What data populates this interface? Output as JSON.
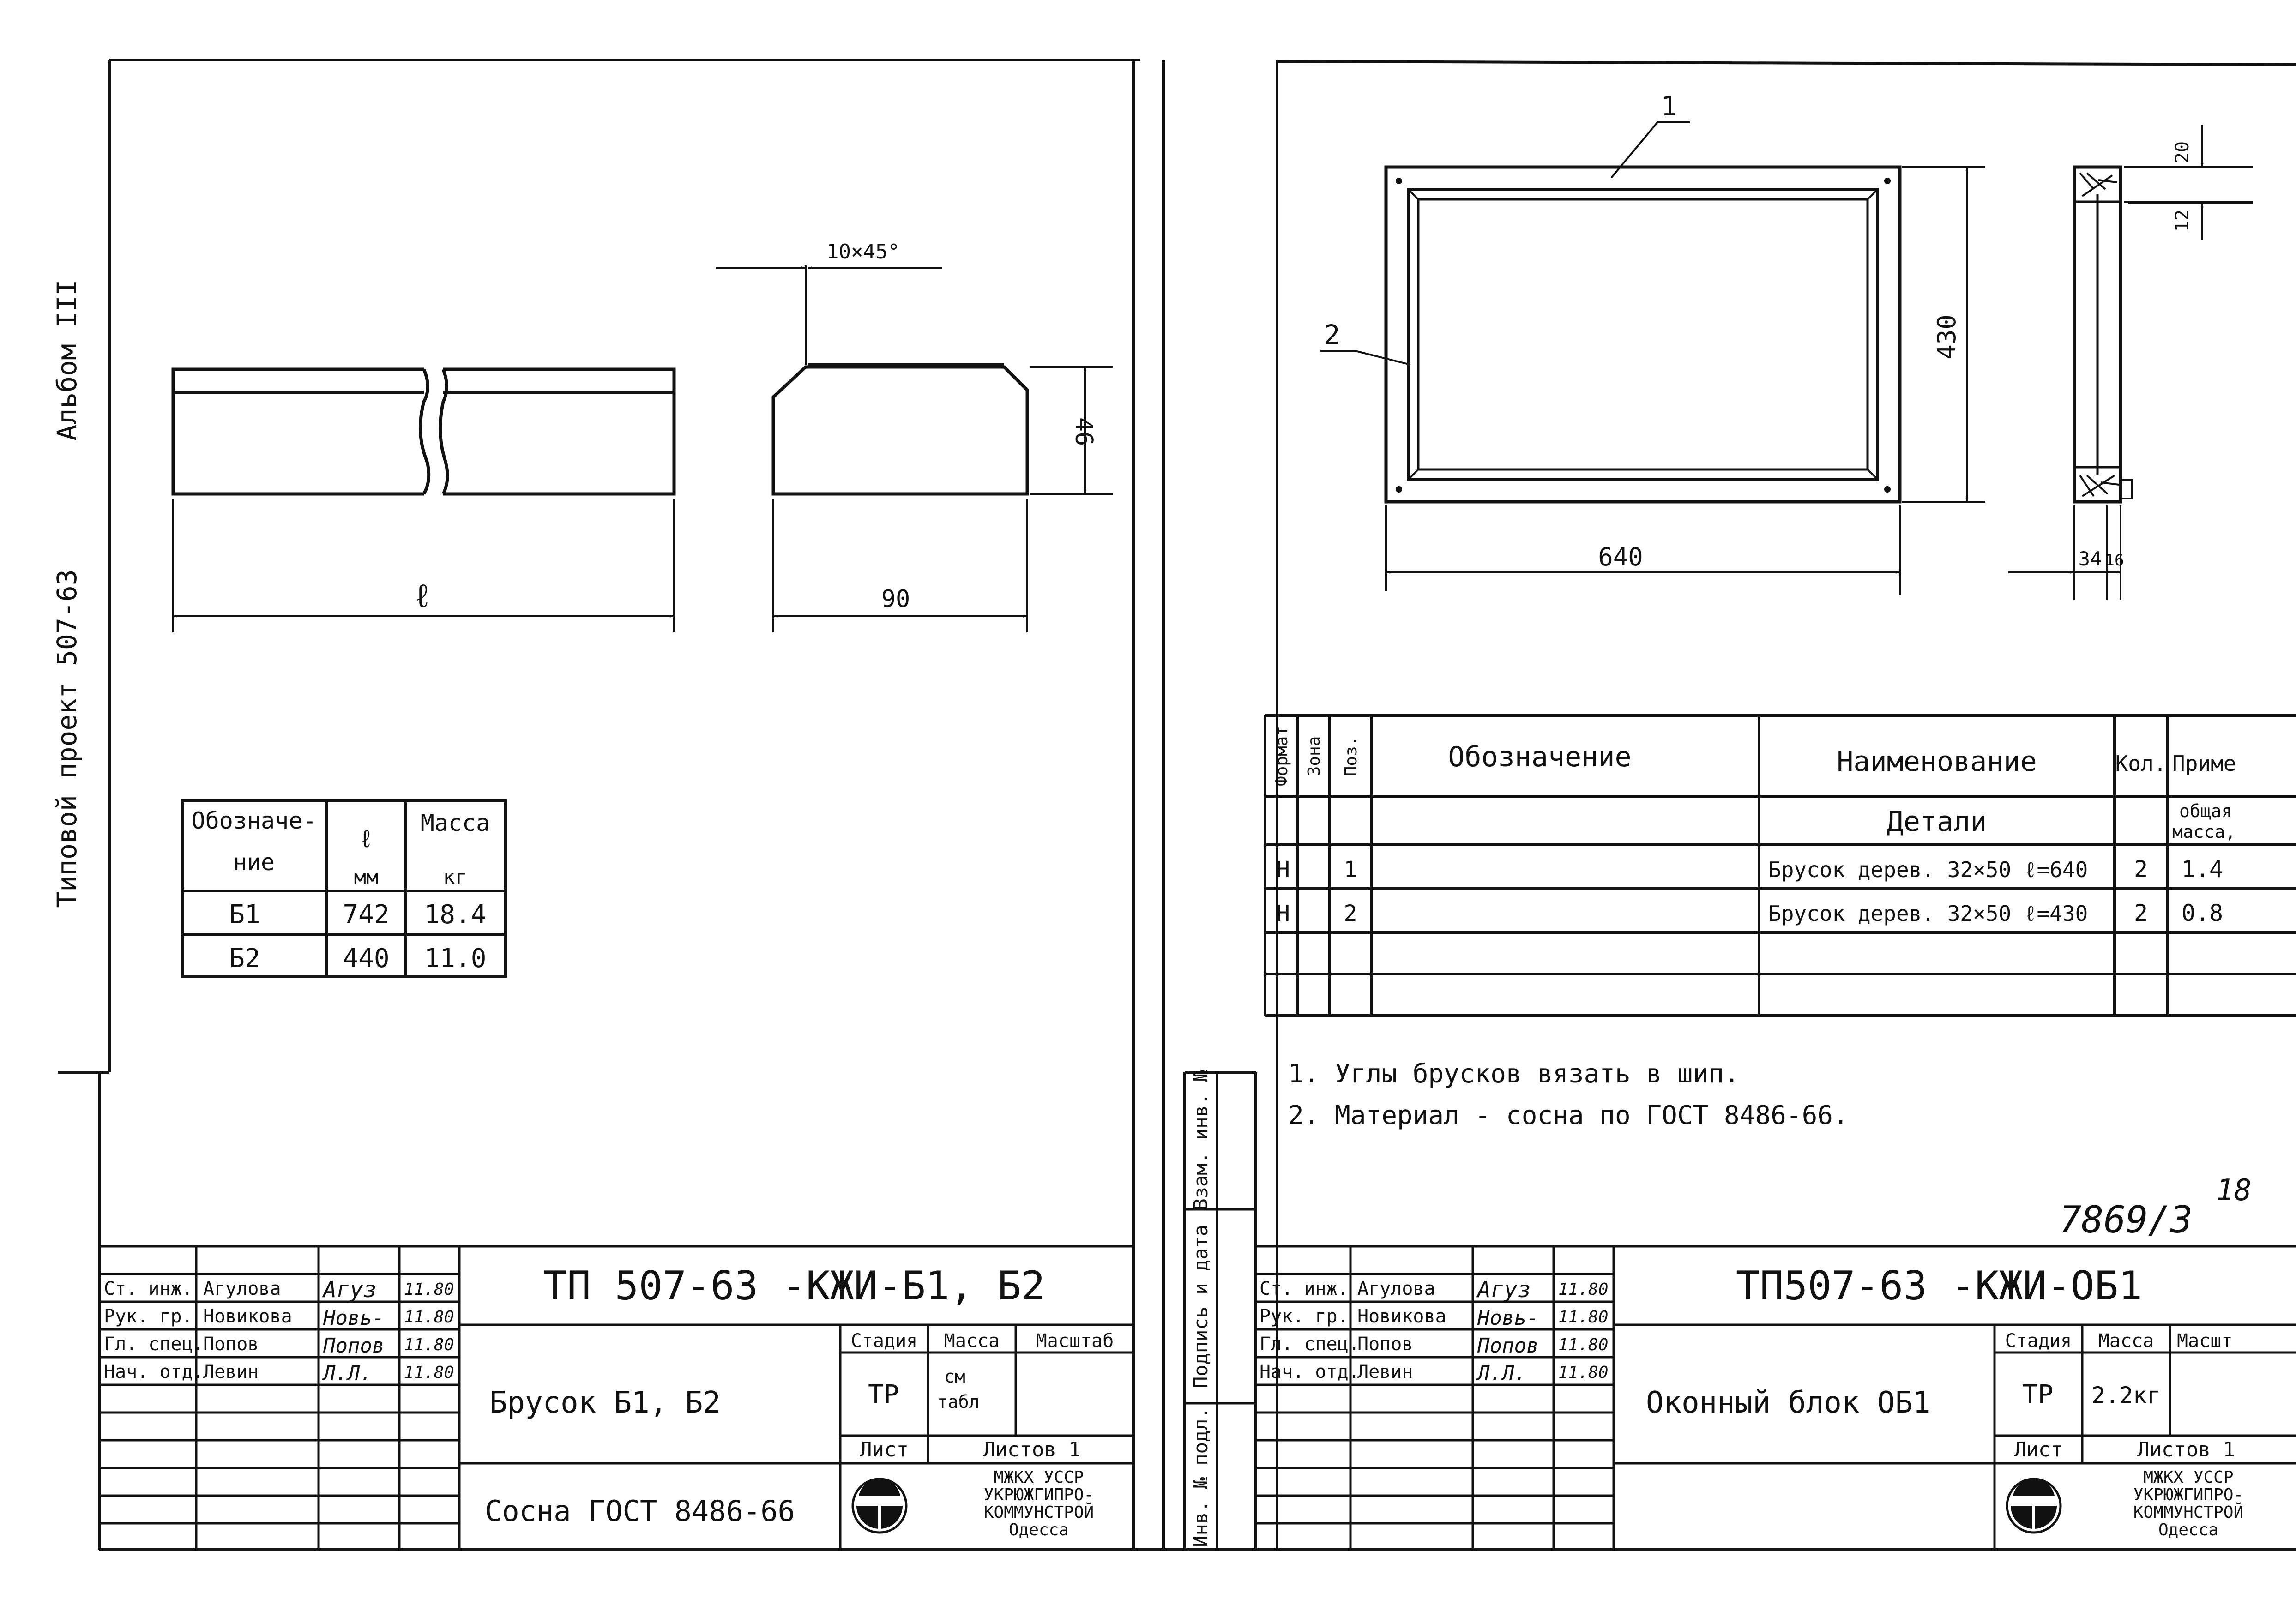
{
  "margin": {
    "album": "Альбом III",
    "project": "Типовой проект 507-63",
    "inv_podl": "Инв. № подл.",
    "podpis_data": "Подпись и дата",
    "vzam_inv": "Взам. инв. №"
  },
  "left": {
    "chamfer": "10×45°",
    "dim_h": "46",
    "dim_l": "ℓ",
    "dim_w": "90",
    "table": {
      "h1a": "Обозначе-",
      "h1b": "ние",
      "h2": "ℓ",
      "h2u": "мм",
      "h3": "Масса",
      "h3u": "кг",
      "rows": [
        {
          "code": "Б1",
          "len": "742",
          "mass": "18.4"
        },
        {
          "code": "Б2",
          "len": "440",
          "mass": "11.0"
        }
      ]
    },
    "stamp": {
      "code": "ТП 507-63 -КЖИ-Б1, Б2",
      "name": "Брусок Б1, Б2",
      "material": "Сосна ГОСТ 8486-66",
      "stage_label": "Стадия",
      "mass_label": "Масса",
      "scale_label": "Масштаб",
      "stage": "ТР",
      "mass1": "см",
      "mass2": "табл",
      "sheet_label": "Лист",
      "sheets_label": "Листов 1",
      "org1": "МЖКХ УССР",
      "org2": "УКРЮЖГИПРО-",
      "org3": "КОММУНСТРОЙ",
      "org4": "Одесса",
      "people": [
        {
          "role": "Ст. инж.",
          "name": "Агулова",
          "sign": "Агуз",
          "date": "11.80"
        },
        {
          "role": "Рук. гр.",
          "name": "Новикова",
          "sign": "Новь-",
          "date": "11.80"
        },
        {
          "role": "Гл. спец.",
          "name": "Попов",
          "sign": "Попов",
          "date": "11.80"
        },
        {
          "role": "Нач. отд.",
          "name": "Левин",
          "sign": "Л.Л.",
          "date": "11.80"
        }
      ]
    }
  },
  "right": {
    "pos1": "1",
    "pos2": "2",
    "dim_w": "640",
    "dim_h": "430",
    "dim_20": "20",
    "dim_12": "12",
    "dim_34": "34",
    "dim_16": "16",
    "spec": {
      "h_format": "Формат",
      "h_zone": "Зона",
      "h_pos": "Поз.",
      "h_desig": "Обозначение",
      "h_name": "Наименование",
      "h_qty": "Кол.",
      "h_note": "Приме",
      "section": "Детали",
      "note1": "общая",
      "note2": "масса,",
      "rows": [
        {
          "fmt": "Н",
          "pos": "1",
          "name": "Брусок дерев. 32×50 ℓ=640",
          "qty": "2",
          "note": "1.4"
        },
        {
          "fmt": "Н",
          "pos": "2",
          "name": "Брусок дерев. 32×50 ℓ=430",
          "qty": "2",
          "note": "0.8"
        }
      ]
    },
    "notes": [
      "1. Углы брусков вязать в шип.",
      "2. Материал - сосна по ГОСТ 8486-66."
    ],
    "sheet_no": "18",
    "doc_no": "7869/3",
    "stamp": {
      "code": "ТП507-63 -КЖИ-ОБ1",
      "name": "Оконный блок ОБ1",
      "stage_label": "Стадия",
      "mass_label": "Масса",
      "scale_label": "Масшт",
      "stage": "ТР",
      "mass": "2.2кг",
      "sheet_label": "Лист",
      "sheets_label": "Листов 1",
      "org1": "МЖКХ УССР",
      "org2": "УКРЮЖГИПРО-",
      "org3": "КОММУНСТРОЙ",
      "org4": "Одесса",
      "people": [
        {
          "role": "Ст. инж.",
          "name": "Агулова",
          "sign": "Агуз",
          "date": "11.80"
        },
        {
          "role": "Рук. гр.",
          "name": "Новикова",
          "sign": "Новь-",
          "date": "11.80"
        },
        {
          "role": "Гл. спец.",
          "name": "Попов",
          "sign": "Попов",
          "date": "11.80"
        },
        {
          "role": "Нач. отд.",
          "name": "Левин",
          "sign": "Л.Л.",
          "date": "11.80"
        }
      ]
    }
  }
}
